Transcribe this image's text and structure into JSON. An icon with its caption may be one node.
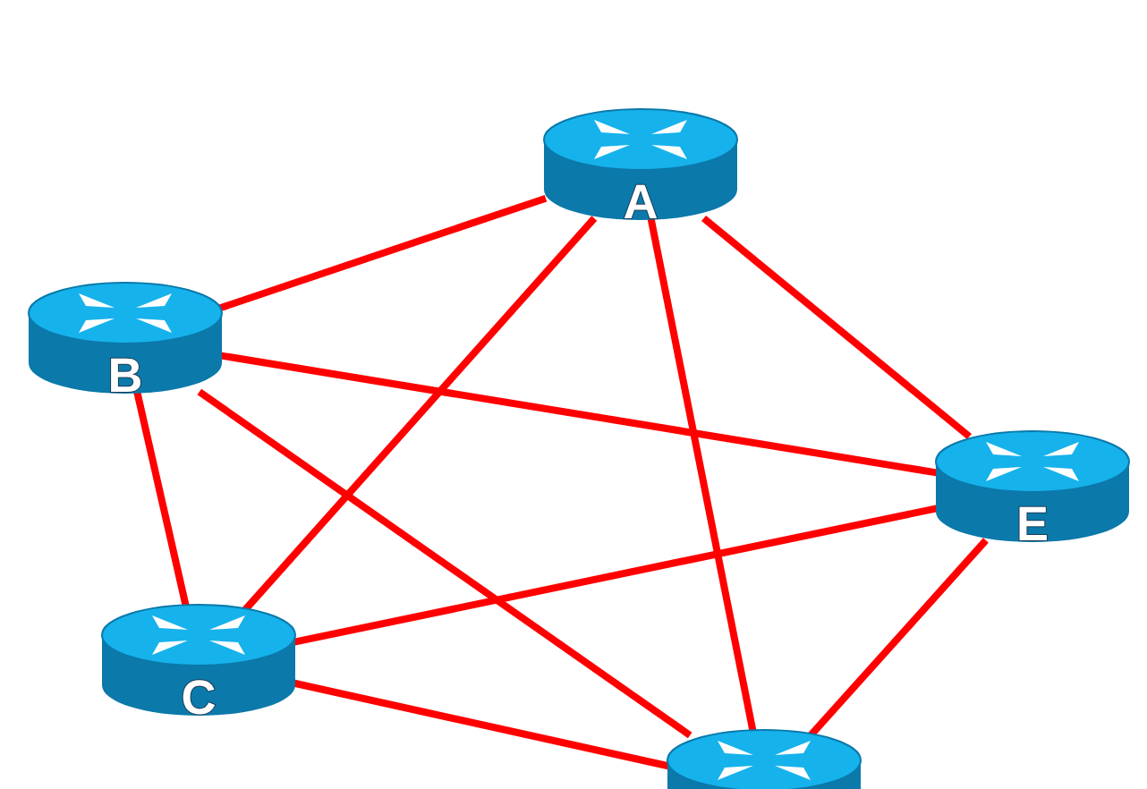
{
  "diagram": {
    "nodes": [
      {
        "text": [
          "A"
        ]
      },
      {
        "text": [
          "B"
        ]
      },
      {
        "text": [
          "E"
        ]
      },
      {
        "text": [
          "C"
        ]
      },
      {
        "text": [],
        "shape": "cylinder"
      }
    ],
    "edges": [
      {
        "from": 0,
        "to": 1,
        "arrow": "none"
      },
      {
        "from": 0,
        "to": 2,
        "arrow": "none"
      },
      {
        "from": 0,
        "to": 3,
        "arrow": "none"
      },
      {
        "from": 0,
        "to": 4,
        "arrow": "none"
      },
      {
        "from": 1,
        "to": 2,
        "arrow": "none"
      },
      {
        "from": 1,
        "to": 3,
        "arrow": "none"
      },
      {
        "from": 1,
        "to": 4,
        "arrow": "none"
      },
      {
        "from": 3,
        "to": 2,
        "arrow": "none"
      },
      {
        "from": 3,
        "to": 4,
        "arrow": "none"
      },
      {
        "from": 4,
        "to": 2,
        "arrow": "none"
      }
    ]
  }
}
